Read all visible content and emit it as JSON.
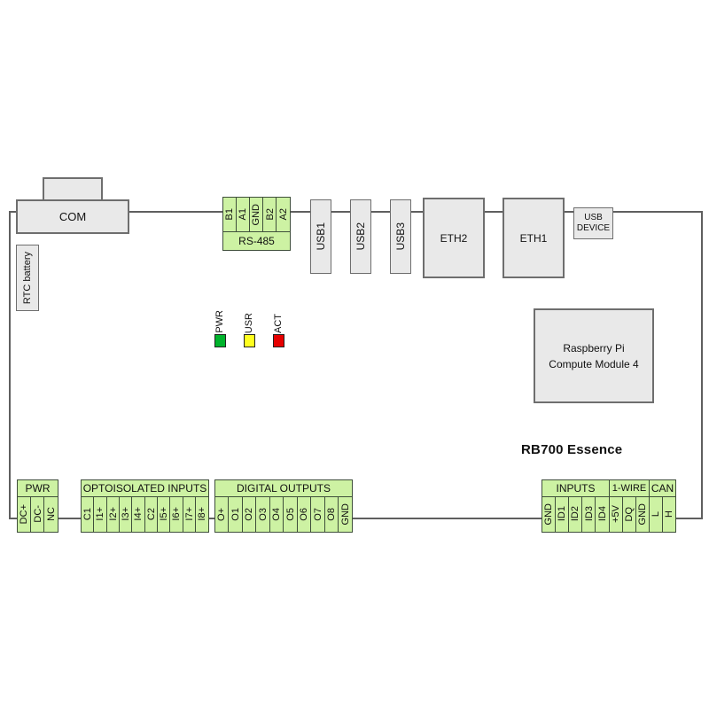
{
  "board": {
    "name": "RB700 Essence",
    "module": {
      "line1": "Raspberry Pi",
      "line2": "Compute Module 4"
    }
  },
  "top": {
    "com": {
      "label": "COM"
    },
    "rtc": {
      "label": "RTC battery"
    },
    "rs485": {
      "label": "RS-485",
      "terminals": [
        "B1",
        "A1",
        "GND",
        "B2",
        "A2"
      ]
    },
    "usb_ports": [
      "USB1",
      "USB2",
      "USB3"
    ],
    "eth2": "ETH2",
    "eth1": "ETH1",
    "usb_device": {
      "line1": "USB",
      "line2": "DEVICE"
    }
  },
  "leds": [
    {
      "label": "PWR",
      "color": "#00b32c"
    },
    {
      "label": "USR",
      "color": "#ffff1f"
    },
    {
      "label": "ACT",
      "color": "#e60000"
    }
  ],
  "bottom": {
    "pwr": {
      "label": "PWR",
      "terminals": [
        "DC+",
        "DC-",
        "NC"
      ]
    },
    "opto": {
      "label": "OPTOISOLATED INPUTS",
      "terminals": [
        "C1",
        "I1+",
        "I2+",
        "I3+",
        "I4+",
        "C2",
        "I5+",
        "I6+",
        "I7+",
        "I8+"
      ]
    },
    "digital": {
      "label": "DIGITAL OUTPUTS",
      "terminals": [
        "O+",
        "O1",
        "O2",
        "O3",
        "O4",
        "O5",
        "O6",
        "O7",
        "O8",
        "GND"
      ]
    },
    "inputs": {
      "label": "INPUTS",
      "terminals": [
        "GND",
        "ID1",
        "ID2",
        "ID3",
        "ID4"
      ]
    },
    "onewire": {
      "label": "1-WIRE",
      "terminals": [
        "+5V",
        "DQ",
        "GND"
      ]
    },
    "can": {
      "label": "CAN",
      "terminals": [
        "L",
        "H"
      ]
    }
  },
  "colors": {
    "green_fill": "#cdf2a3",
    "green_border": "#3f4f3b",
    "gray_fill": "#e9e9e9",
    "gray_border": "#6e6e6e",
    "outline": "#5f5f5f"
  }
}
